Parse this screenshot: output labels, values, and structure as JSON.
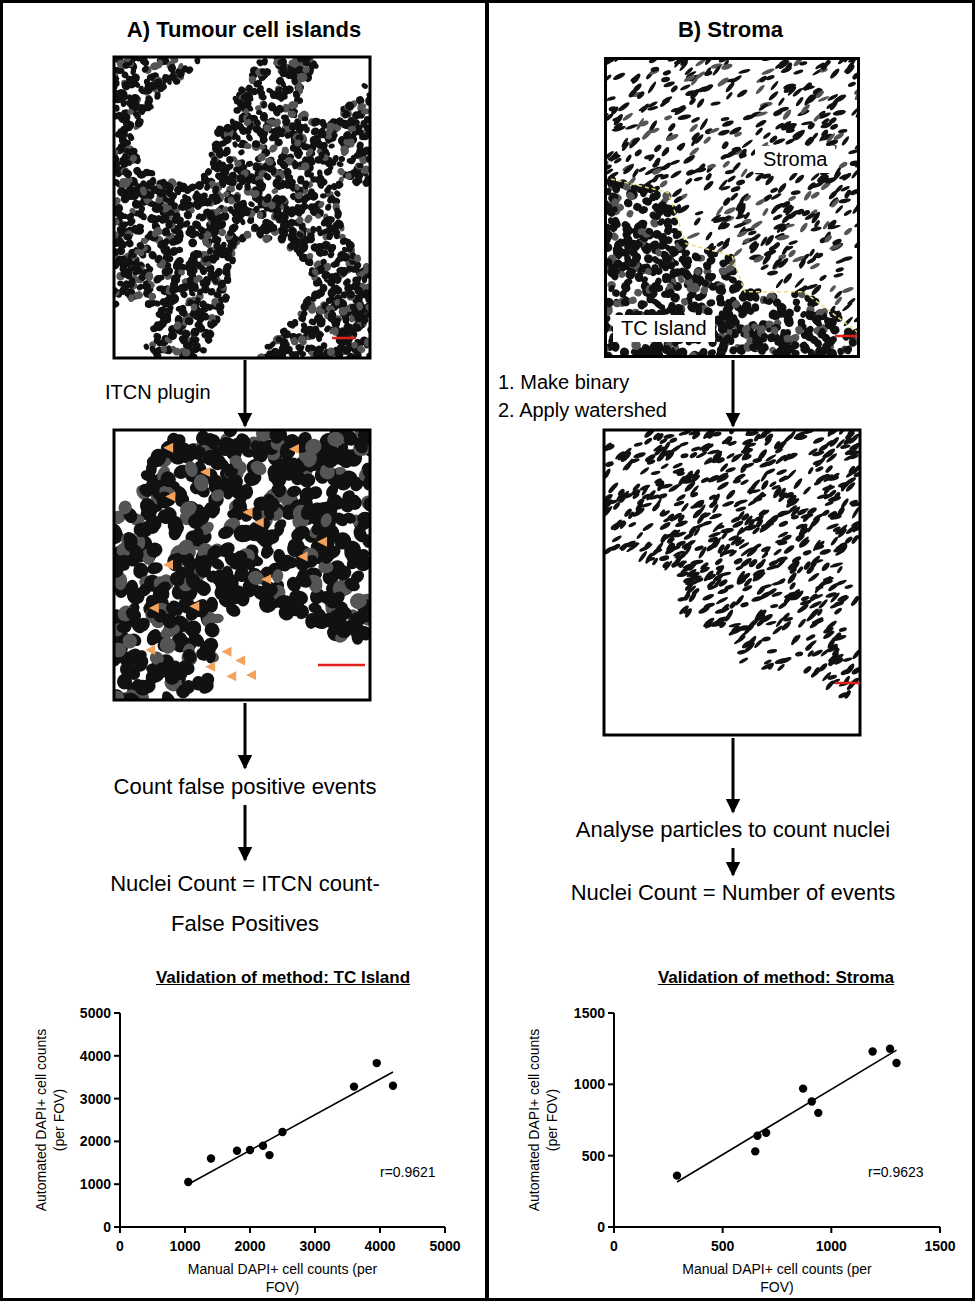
{
  "diagram": {
    "nodes": [
      {
        "text": [
          "A) Tumour cell islands"
        ]
      },
      {
        "text": [
          "Count false positive events"
        ],
        "in": 0
      },
      {
        "text": [
          "Nuclei Count = ITCN count- False Positives"
        ],
        "in": 0
      },
      {
        "text": [
          "B) Stroma"
        ]
      },
      {
        "text": [
          "Stroma",
          "TC Island"
        ],
        "in": 3
      },
      {
        "text": [
          "Analyse particles to count nuclei"
        ],
        "in": 3
      },
      {
        "text": [
          "Nuclei Count = Number of events"
        ],
        "in": 3
      }
    ],
    "edges": [
      {
        "from": 1,
        "to": 2,
        "arrow": "to"
      },
      {
        "from": 5,
        "to": 6,
        "arrow": "to"
      }
    ],
    "labels": [
      "ITCN plugin",
      "1. Make binary",
      "2. Apply watershed",
      "Validation of method: TC Island",
      "0",
      "1000",
      "2000",
      "3000",
      "4000",
      "5000",
      "0",
      "1000",
      "2000",
      "3000",
      "4000",
      "5000",
      "Automated DAPI+ cell counts (per FOV)",
      "Manual DAPI+ cell counts (per FOV)",
      "r=0.9621",
      "Validation of method: Stroma",
      "0",
      "500",
      "1000",
      "1500",
      "0",
      "500",
      "1000",
      "1500",
      "Automated DAPI+ cell counts (per FOV)",
      "Manual DAPI+ cell counts (per FOV)",
      "r=0.9623"
    ]
  }
}
